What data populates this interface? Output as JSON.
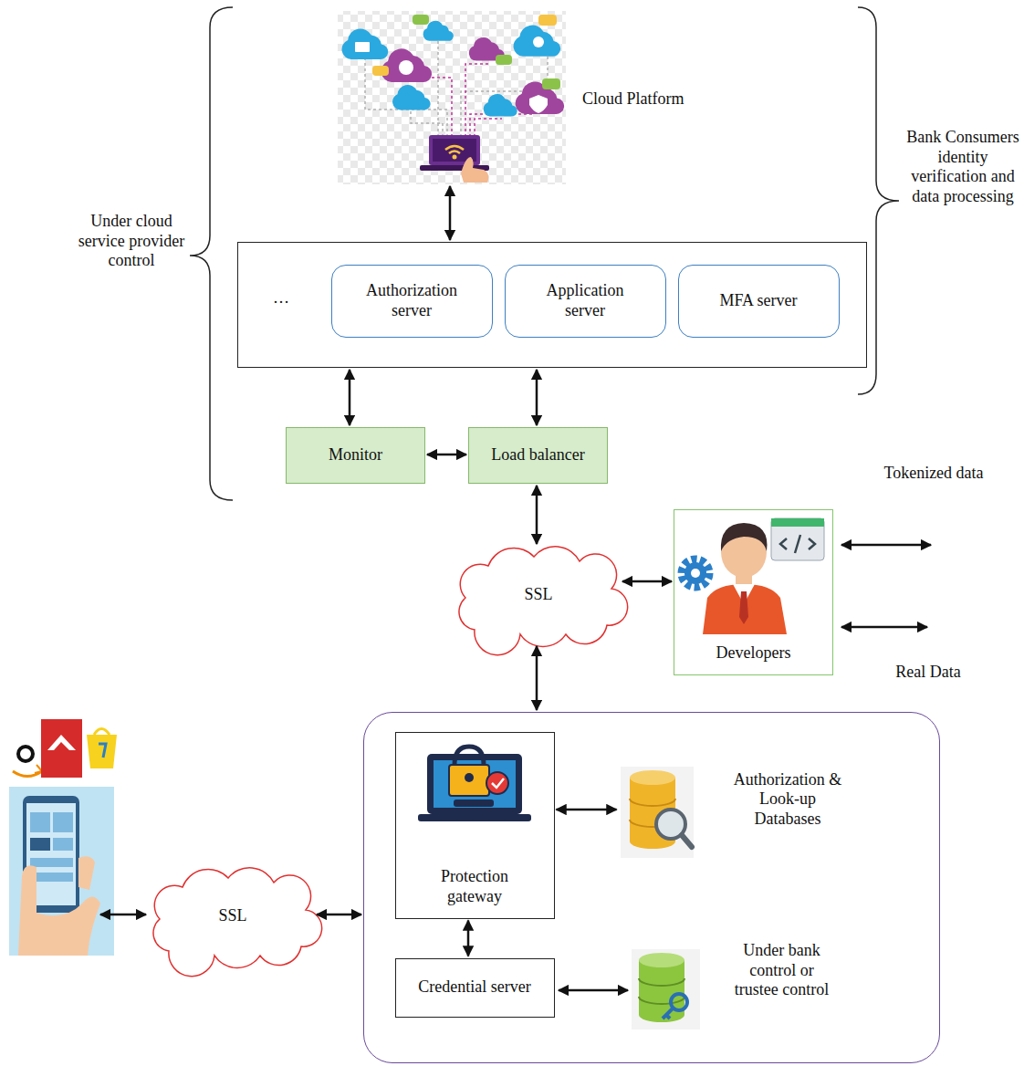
{
  "diagram": {
    "nodes": [
      {
        "text": [
          "Cloud Platform"
        ]
      },
      {
        "text": [
          "…"
        ]
      },
      {
        "text": [
          "Authorization server"
        ],
        "in": 1
      },
      {
        "text": [
          "Application server"
        ],
        "in": 1
      },
      {
        "text": [
          "MFA server"
        ],
        "in": 1
      },
      {
        "text": [
          "Monitor"
        ]
      },
      {
        "text": [
          "Load balancer"
        ]
      },
      {
        "text": [
          "SSL"
        ]
      },
      {
        "text": [
          "Developers"
        ]
      },
      {
        "text": [
          "Under bank control or trustee control"
        ]
      },
      {
        "text": [
          "Protection gateway"
        ],
        "in": 9
      },
      {
        "text": [
          "Authorization & Look-up Databases"
        ],
        "in": 9
      },
      {
        "text": [
          "Credential server"
        ],
        "in": 9
      },
      {
        "text": [
          "SSL"
        ]
      }
    ],
    "edges": [
      {
        "from": 0,
        "to": 1,
        "arrow": "both"
      },
      {
        "from": 1,
        "to": 5,
        "arrow": "both"
      },
      {
        "from": 1,
        "to": 6,
        "arrow": "both"
      },
      {
        "from": 5,
        "to": 6,
        "arrow": "both"
      },
      {
        "from": 6,
        "to": 7,
        "arrow": "both"
      },
      {
        "from": 7,
        "to": 8,
        "arrow": "both"
      },
      {
        "from": 7,
        "to": 9,
        "arrow": "both"
      },
      {
        "from": 10,
        "to": 11,
        "arrow": "both"
      },
      {
        "from": 10,
        "to": 12,
        "arrow": "both"
      },
      {
        "from": 13,
        "to": 9,
        "arrow": "both"
      }
    ],
    "labels": [
      "Under cloud service provider control",
      "Bank Consumers identity verification and data processing",
      "Tokenized data",
      "Real Data"
    ]
  }
}
